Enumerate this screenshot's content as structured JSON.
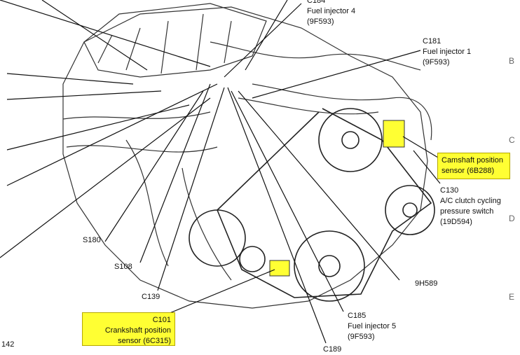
{
  "labels": {
    "c184": {
      "code": "C184",
      "name": "Fuel injector 4",
      "part": "(9F593)"
    },
    "c181": {
      "code": "C181",
      "name": "Fuel injector 1",
      "part": "(9F593)"
    },
    "camshaft": {
      "line1": "Camshaft position",
      "line2": "sensor (6B288)"
    },
    "c130": {
      "code": "C130",
      "line1": "A/C clutch cycling",
      "line2": "pressure switch",
      "part": "(19D594)"
    },
    "s180": "S180",
    "s108": "S108",
    "c139": "C139",
    "h589": "9H589",
    "c185": {
      "code": "C185",
      "name": "Fuel injector 5",
      "part": "(9F593)"
    },
    "c101": {
      "code": "C101",
      "line1": "Crankshaft position",
      "line2": "sensor (6C315)"
    },
    "c189": "C189"
  },
  "margin_letters": [
    "B",
    "C",
    "D",
    "E"
  ],
  "page_number": "142",
  "colors": {
    "highlight": "#ffff33",
    "line": "#111111"
  }
}
